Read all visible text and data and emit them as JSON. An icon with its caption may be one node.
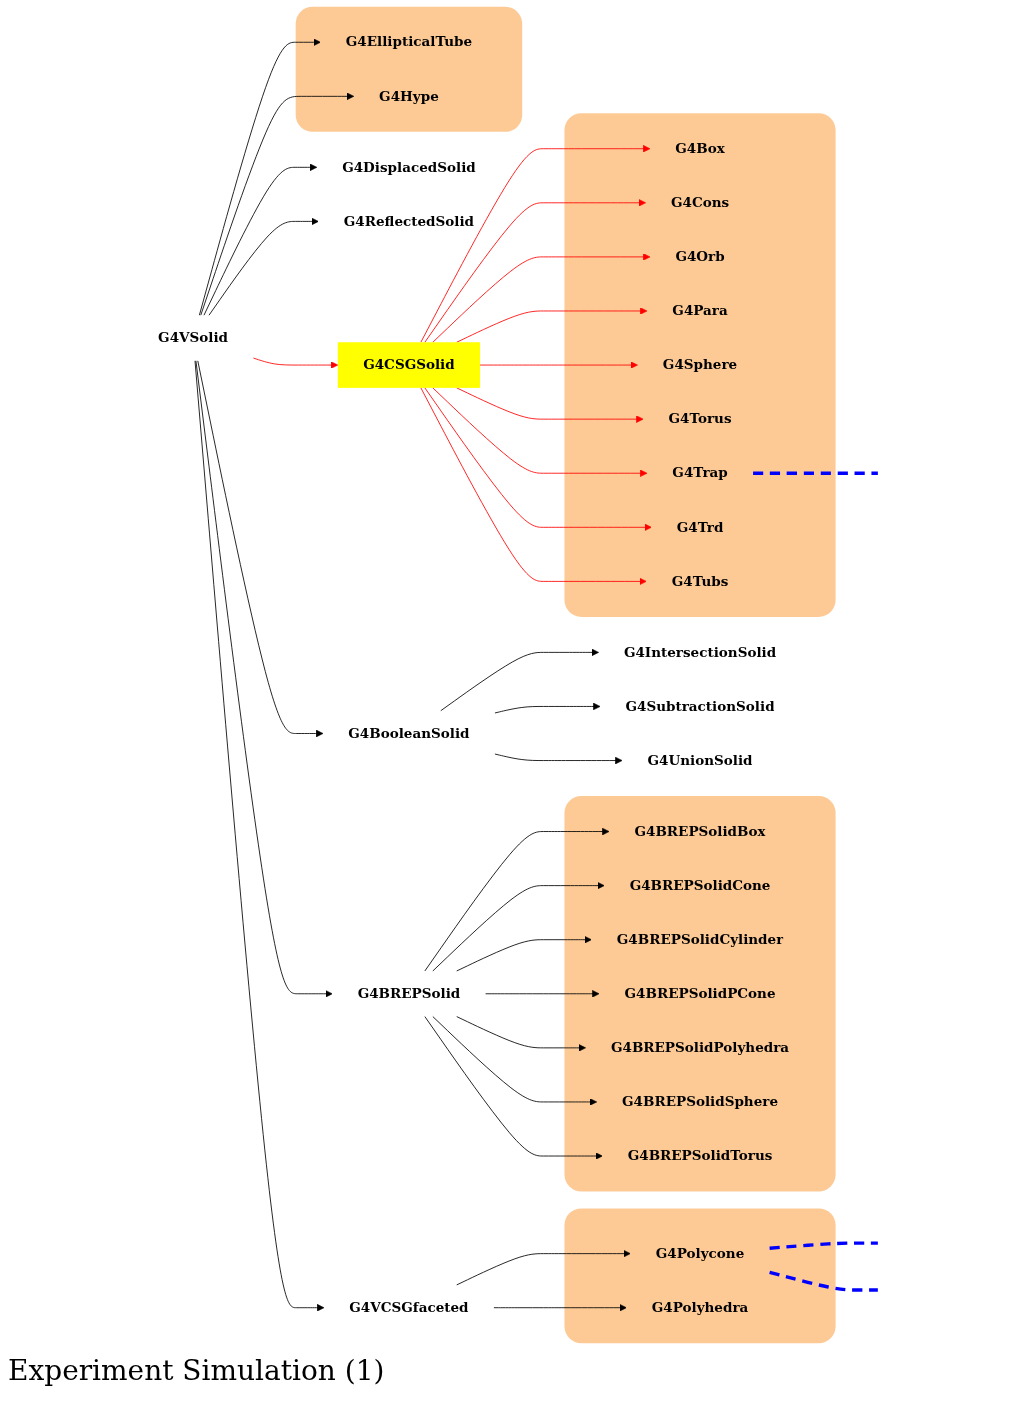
{
  "diagram": {
    "caption": "Experiment Simulation (1)",
    "nodes": [
      {
        "text": [
          "G4VSolid"
        ]
      },
      {
        "text": [
          "G4BooleanSolid"
        ]
      },
      {
        "text": [
          "G4IntersectionSolid"
        ]
      },
      {
        "text": [
          "G4SubtractionSolid"
        ]
      },
      {
        "text": [
          "G4UnionSolid"
        ]
      },
      {
        "text": [
          "G4BREPSolid"
        ]
      },
      {
        "text": [],
        "shape": "box"
      },
      {
        "text": [
          "G4BREPSolidBox"
        ],
        "in": 6
      },
      {
        "text": [
          "G4BREPSolidCone"
        ],
        "in": 6
      },
      {
        "text": [
          "G4BREPSolidCylinder"
        ],
        "in": 6
      },
      {
        "text": [
          "G4BREPSolidPCone"
        ],
        "in": 6
      },
      {
        "text": [
          "G4BREPSolidPolyhedra"
        ],
        "in": 6
      },
      {
        "text": [
          "G4BREPSolidSphere"
        ],
        "in": 6
      },
      {
        "text": [
          "G4BREPSolidTorus"
        ],
        "in": 6
      },
      {
        "text": [
          "G4CSGSolid"
        ]
      },
      {
        "text": [],
        "shape": "box"
      },
      {
        "text": [
          "G4Box"
        ],
        "in": 15
      },
      {
        "text": [
          "G4Cons"
        ],
        "in": 15
      },
      {
        "text": [
          "G4Orb"
        ],
        "in": 15
      },
      {
        "text": [
          "G4Para"
        ],
        "in": 15
      },
      {
        "text": [
          "G4Sphere"
        ],
        "in": 15
      },
      {
        "text": [
          "G4Torus"
        ],
        "in": 15
      },
      {
        "text": [
          "G4Trap"
        ],
        "in": 15
      },
      {
        "text": [
          "G4Trd"
        ],
        "in": 15
      },
      {
        "text": [
          "G4Tubs"
        ],
        "in": 15
      },
      {
        "text": [
          "G4DisplacedSolid"
        ]
      },
      {
        "text": [],
        "shape": "box"
      },
      {
        "text": [
          "G4EllipticalTube"
        ],
        "in": 26
      },
      {
        "text": [
          "G4Hype"
        ],
        "in": 26
      },
      {
        "text": [
          "G4ReflectedSolid"
        ]
      },
      {
        "text": [
          "G4VCSGfaceted"
        ]
      },
      {
        "text": [],
        "shape": "box"
      },
      {
        "text": [
          "G4Polycone"
        ],
        "in": 31
      },
      {
        "text": [
          "G4Polyhedra"
        ],
        "in": 31
      }
    ],
    "edges": [
      {
        "from": 0,
        "to": 1,
        "arrow": "to"
      },
      {
        "from": 1,
        "to": 2,
        "arrow": "to"
      },
      {
        "from": 1,
        "to": 3,
        "arrow": "to"
      },
      {
        "from": 1,
        "to": 4,
        "arrow": "to"
      },
      {
        "from": 0,
        "to": 5,
        "arrow": "to"
      },
      {
        "from": 5,
        "to": 7,
        "arrow": "to"
      },
      {
        "from": 5,
        "to": 8,
        "arrow": "to"
      },
      {
        "from": 5,
        "to": 9,
        "arrow": "to"
      },
      {
        "from": 5,
        "to": 10,
        "arrow": "to"
      },
      {
        "from": 5,
        "to": 11,
        "arrow": "to"
      },
      {
        "from": 5,
        "to": 12,
        "arrow": "to"
      },
      {
        "from": 5,
        "to": 13,
        "arrow": "to"
      },
      {
        "from": 0,
        "to": 14,
        "arrow": "to",
        "color": "#ff0000"
      },
      {
        "from": 14,
        "to": 16,
        "arrow": "to",
        "color": "#ff0000"
      },
      {
        "from": 14,
        "to": 17,
        "arrow": "to",
        "color": "#ff0000"
      },
      {
        "from": 14,
        "to": 18,
        "arrow": "to",
        "color": "#ff0000"
      },
      {
        "from": 14,
        "to": 19,
        "arrow": "to",
        "color": "#ff0000"
      },
      {
        "from": 14,
        "to": 20,
        "arrow": "to",
        "color": "#ff0000"
      },
      {
        "from": 14,
        "to": 21,
        "arrow": "to",
        "color": "#ff0000"
      },
      {
        "from": 14,
        "to": 22,
        "arrow": "to",
        "color": "#ff0000"
      },
      {
        "from": 14,
        "to": 23,
        "arrow": "to",
        "color": "#ff0000"
      },
      {
        "from": 14,
        "to": 24,
        "arrow": "to",
        "color": "#ff0000"
      },
      {
        "from": 22,
        "to": null,
        "arrow": "none",
        "style": "dashed",
        "color": "#0000ff"
      },
      {
        "from": 0,
        "to": 25,
        "arrow": "to"
      },
      {
        "from": 0,
        "to": 27,
        "arrow": "to"
      },
      {
        "from": 0,
        "to": 28,
        "arrow": "to"
      },
      {
        "from": 0,
        "to": 29,
        "arrow": "to"
      },
      {
        "from": 0,
        "to": 30,
        "arrow": "to"
      },
      {
        "from": 30,
        "to": 32,
        "arrow": "to"
      },
      {
        "from": 30,
        "to": 33,
        "arrow": "to"
      },
      {
        "from": 32,
        "to": null,
        "arrow": "none",
        "style": "dashed",
        "color": "#0000ff"
      },
      {
        "from": 32,
        "to": null,
        "arrow": "none",
        "style": "dashed",
        "color": "#0000ff"
      }
    ]
  }
}
